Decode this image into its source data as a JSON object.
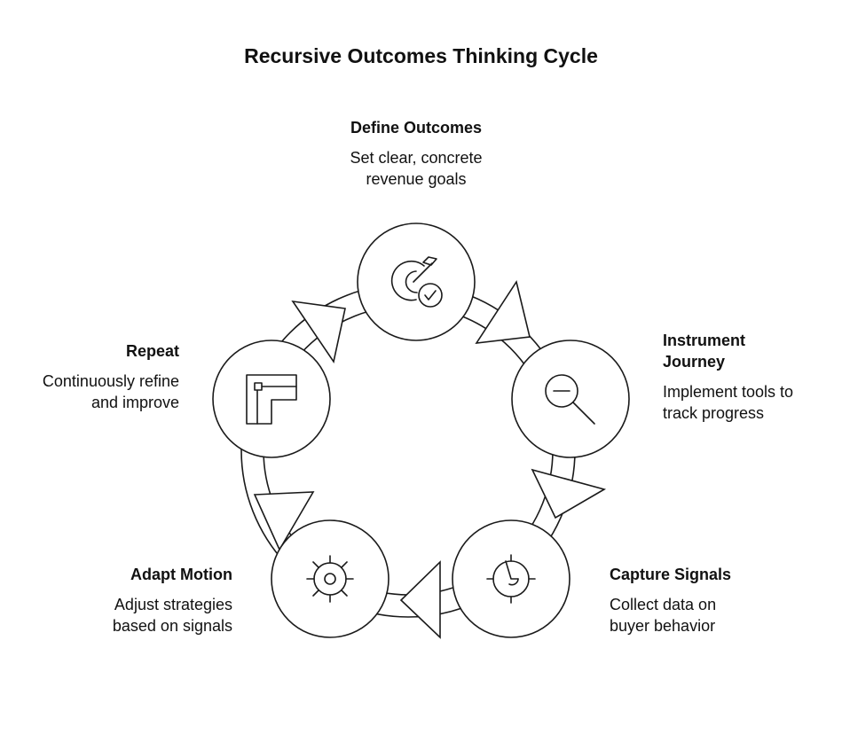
{
  "title": "Recursive Outcomes Thinking Cycle",
  "steps": [
    {
      "heading": "Define Outcomes",
      "description": "Set clear, concrete revenue goals",
      "icon": "target-check-icon"
    },
    {
      "heading": "Instrument Journey",
      "description": "Implement tools to track progress",
      "icon": "magnifier-icon"
    },
    {
      "heading": "Capture Signals",
      "description": "Collect data on buyer behavior",
      "icon": "radar-icon"
    },
    {
      "heading": "Adapt Motion",
      "description": "Adjust strategies based on signals",
      "icon": "sun-gear-icon"
    },
    {
      "heading": "Repeat",
      "description": "Continuously refine and improve",
      "icon": "pipe-loop-icon"
    }
  ],
  "colors": {
    "stroke": "#1a1a1a",
    "fill": "#ffffff",
    "text": "#111111"
  }
}
